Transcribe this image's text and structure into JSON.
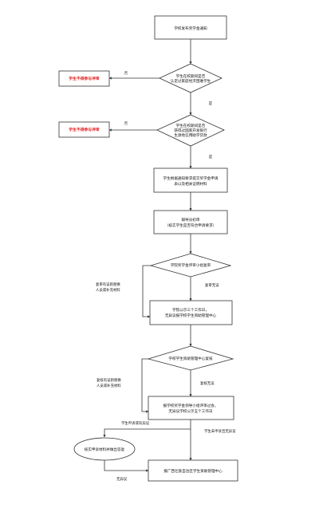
{
  "nodes": {
    "n1": "学校发布奖学金通知",
    "d1": [
      "学生在校期间是否",
      "认定过家庭经济困难学生"
    ],
    "r1": "学生不得参与评审",
    "d2": [
      "学生在校期间是否",
      "获得过国家开发银行",
      "生源地信用助学贷款"
    ],
    "r2": "学生不得参与评审",
    "n2": [
      "学生根据通知要求提交奖学金申请",
      "表以及相关证明材料"
    ],
    "n3": [
      "辅导员初审",
      "（核实学生是否符合申请要求）"
    ],
    "d3": "学院奖学金评审小组复审",
    "n4": [
      "学院公示三个工作日，",
      "无异议报学校学生资助管理中心"
    ],
    "d4": "学校学生资助管理中心复核",
    "n5": [
      "报学校奖学金领导小组评审过会，",
      "无异议学校公示五个工作日"
    ],
    "e1": "核实申诉材料并做出答复",
    "n6": "报广西壮族自治区学生资助管理中心"
  },
  "edges": {
    "no1": "否",
    "yes1": "是",
    "no2": "否",
    "yes2": "是",
    "fail3": [
      "复审有误则替换",
      "人员或补充材料"
    ],
    "ok3": "复审无误",
    "fail4": [
      "复核有误则替换",
      "人员或补充材料"
    ],
    "ok4": "复核无误",
    "appeal": "学生申诉或有异议",
    "noappeal": "学生未申诉且无异议",
    "noobj": "无异议"
  }
}
